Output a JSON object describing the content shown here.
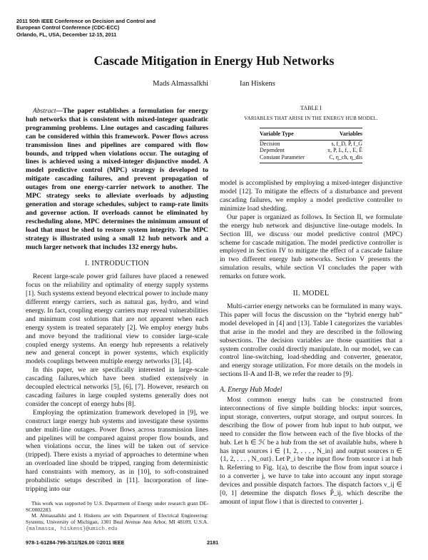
{
  "header": {
    "lines": [
      "2011 50th IEEE Conference on Decision and Control and",
      "European Control Conference (CDC-ECC)",
      "Orlando, FL, USA, December 12-15, 2011"
    ]
  },
  "title": "Cascade Mitigation in Energy Hub Networks",
  "authors": [
    "Mads Almassalkhi",
    "Ian Hiskens"
  ],
  "abstract": {
    "label": "Abstract",
    "text": "—The paper establishes a formulation for energy hub networks that is consistent with mixed-integer quadratic programming problems. Line outages and cascading failures can be considered within this framework. Power flows across transmission lines and pipelines are compared with flow bounds, and tripped when violations occur. The outaging of lines is achieved using a mixed-integer disjunctive model. A model predictive control (MPC) strategy is developed to mitigate cascading failures, and prevent propagation of outages from one energy-carrier network to another. The MPC strategy seeks to alleviate overloads by adjusting generation and storage schedules, subject to ramp-rate limits and governor action. If overloads cannot be eliminated by rescheduling alone, MPC determines the minimum amount of load that must be shed to restore system integrity. The MPC strategy is illustrated using a small 12 hub network and a much larger network that includes 132 energy hubs."
  },
  "intro": {
    "heading": "I. INTRODUCTION",
    "paragraphs": [
      "Recent large-scale power grid failures have placed a renewed focus on the reliability and optimality of energy supply systems [1]. Such systems extend beyond electrical power to include many different energy carriers, such as natural gas, hydro, and wind energy. In fact, coupling energy carriers may reveal vulnerabilities and minimum cost solutions that are not apparent when each energy system is treated separately [2]. We employ energy hubs and move beyond the traditional view to consider large-scale coupled energy systems. An energy hub represents a relatively new and general concept in power systems, which explicitly models couplings between multiple energy networks [3], [4].",
      "In this paper, we are specifically interested in large-scale cascading failures,which have been studied extensively in decoupled electrical networks [5], [6], [7]. However, research on cascading failures in large coupled systems generally does not consider the concept of energy hubs [8].",
      "Employing the optimization framework developed in [9], we construct large energy hub systems and investigate these systems under multi-line outages. Power flows across transmission lines and pipelines will be compared against proper flow bounds, and when violations occur, the lines will be taken out of service (tripped). There exists a myriad of approaches to determine when an overloaded line should be tripped, ranging from deterministic hard constraints with memory, as in [10], to soft-constrained probabilistic setups described in [11]. Incorporation of line-tripping into our"
    ]
  },
  "footnotes": [
    "This work was supported by U.S. Department of Energy under research grant DE-SC0002283.",
    "M. Almassalkhi and I. Hiskens are with Department of Electrical Engineering: Systems, University of Michigan, 1301 Beal Avenue Ann Arbor, MI 48109, U.S.A."
  ],
  "footnote_email": "{malmassa, hiskens}@umich.edu",
  "table": {
    "label": "TABLE I",
    "caption": "VARIABLES THAT ARISE IN THE ENERGY HUB MODEL.",
    "headers": [
      "Variable Type",
      "Variables"
    ],
    "rows": [
      [
        "Decision",
        "s, f_D, P̂, f_G"
      ],
      [
        "Dependent",
        "x, P, L, f, , E, Ê"
      ],
      [
        "Constant Parameter",
        "C, η_ch, η_dis"
      ]
    ]
  },
  "right": {
    "paragraphs": [
      "model is accomplished by employing a mixed-integer disjunctive model [12]. To mitigate the effects of a disturbance and prevent cascading failures, we employ a model predictive controller to minimize load shedding.",
      "Our paper is organized as follows. In Section II, we formulate the energy hub network and disjunctive line-outage models. In Section III, we discuss our model predictive control (MPC) scheme for cascade mitigation. The model predictive controller is employed in Section IV to mitigate the effect of a cascade failure in two different energy hub networks. Section V presents the simulation results, while section VI concludes the paper with remarks on future work."
    ],
    "model_heading": "II. MODEL",
    "model_paragraph": "Multi-carrier energy networks can be formulated in many ways. This paper will focus the discussion on the “hybrid energy hub” model developed in [4] and [13]. Table I categorizes the variables that arise in the model and they are described in the following subsections. The decision variables are those quantities that a system controller could directly manipulate. In our model, we can control line-switching, load-shedding and converter, generator, and energy storage utilization. For more details on the models in sections II-A and II-B, we refer the reader to [9].",
    "subsection_heading": "A. Energy Hub Model",
    "subsection_paragraph": "Most common energy hubs can be constructed from interconnections of five simple building blocks: input sources, input storage, converters, output storage, and output sources. In describing the flow of power from hub input to hub output, we need to consider the flow between each of the five blocks of the hub. Let h ∈ ℋ be a hub from the set of available hubs, where h has input sources i ∈ {1, 2, . . . , N_in} and output sources n ∈ {1, 2, . . . , N_out}. Let P_i be the input flow from source i at hub h. Referring to Fig. 1(a), to describe the flow from input source i to a converter j, we have to take into account any input storage devices and possible dispatch factors. The dispatch factors ν_ij ∈ [0, 1] determine the dispatch flows P̃_ij, which describe the amount of input flow i that is directed to converter j."
  },
  "footer": {
    "isbn": "978-1-61284-799-3/11/$26.00 ©2011 IEEE",
    "page": "2181"
  }
}
